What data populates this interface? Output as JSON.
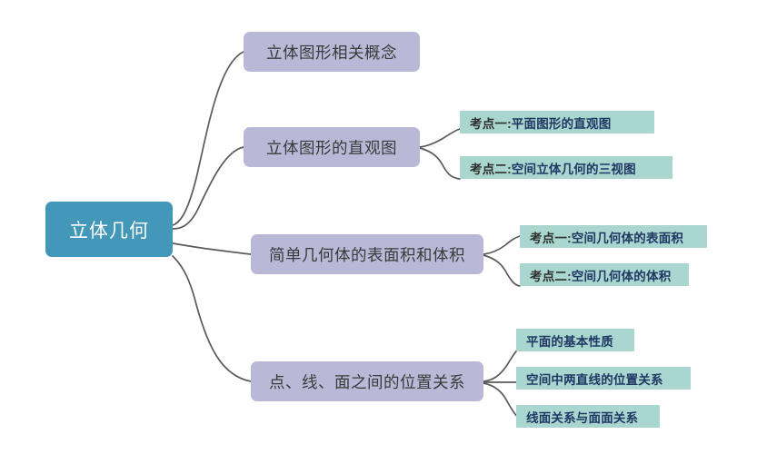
{
  "diagram": {
    "title": "立体几何",
    "type": "mindmap",
    "background_color": "#ffffff",
    "colors": {
      "root_fill": "#4397b8",
      "root_text": "#ffffff",
      "level2_fill": "#b9b8d6",
      "level2_text": "#3a3a3a",
      "level3_fill": "#a9d6ce",
      "level3_text": "#1f3864",
      "level3_prefix_text": "#2f2f2f",
      "connector_stroke": "#5a5a5a"
    },
    "root": {
      "label": "立体几何"
    },
    "branches": [
      {
        "label": "立体图形相关概念",
        "children": []
      },
      {
        "label": "立体图形的直观图",
        "children": [
          {
            "prefix": "考点一:",
            "label": "平面图形的直观图"
          },
          {
            "prefix": "考点二:",
            "label": "空间立体几何的三视图"
          }
        ]
      },
      {
        "label": "简单几何体的表面积和体积",
        "children": [
          {
            "prefix": "考点一:",
            "label": "空间几何体的表面积"
          },
          {
            "prefix": "考点二:",
            "label": "空间几何体的体积"
          }
        ]
      },
      {
        "label": "点、线、面之间的位置关系",
        "children": [
          {
            "prefix": "",
            "label": "平面的基本性质"
          },
          {
            "prefix": "",
            "label": "空间中两直线的位置关系"
          },
          {
            "prefix": "",
            "label": "线面关系与面面关系"
          }
        ]
      }
    ]
  }
}
